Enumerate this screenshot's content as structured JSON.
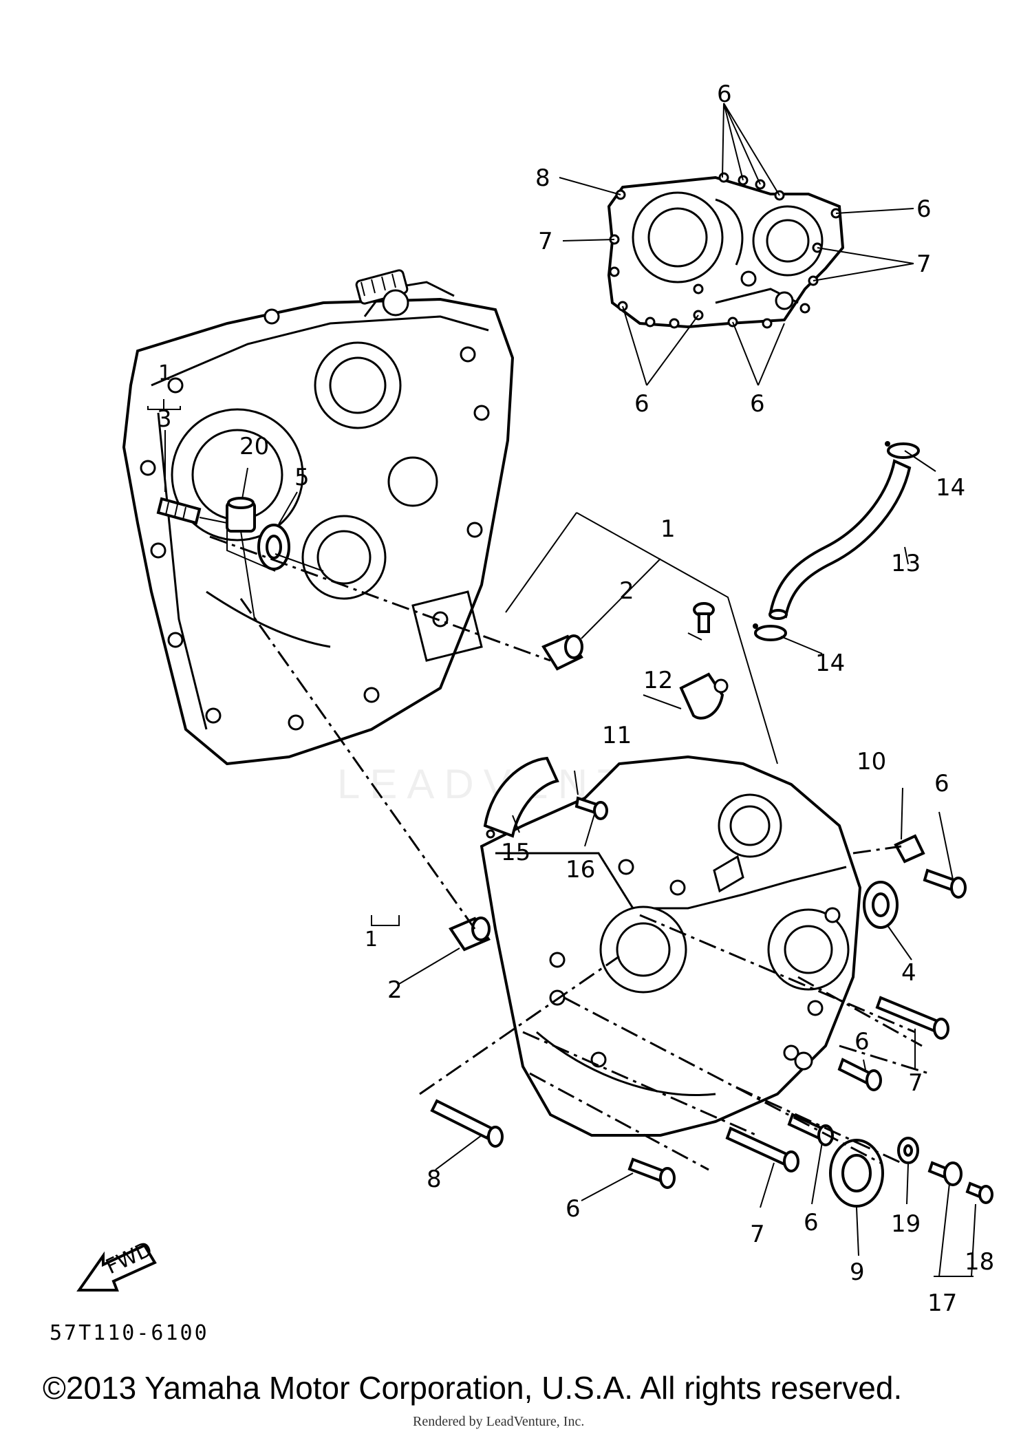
{
  "diagram": {
    "callouts": {
      "c1a": "1",
      "c1b": "1",
      "c1c": "1",
      "c2a": "2",
      "c2b": "2",
      "c3": "3",
      "c4": "4",
      "c5": "5",
      "c6a": "6",
      "c6b": "6",
      "c6c": "6",
      "c6d": "6",
      "c6e": "6",
      "c6f": "6",
      "c6g": "6",
      "c6h": "6",
      "c7a": "7",
      "c7b": "7",
      "c7c": "7",
      "c7d": "7",
      "c8a": "8",
      "c8b": "8",
      "c9": "9",
      "c10": "10",
      "c11": "11",
      "c12": "12",
      "c13": "13",
      "c14a": "14",
      "c14b": "14",
      "c15": "15",
      "c16": "16",
      "c17": "17",
      "c18": "18",
      "c19": "19",
      "c20": "20"
    },
    "fwd_label": "FWD",
    "part_code": "57T110-6100",
    "watermark": "LEADVENTURE"
  },
  "footer": {
    "copyright": "©2013 Yamaha Motor Corporation, U.S.A. All rights reserved.",
    "render_note": "Rendered by LeadVenture, Inc."
  }
}
